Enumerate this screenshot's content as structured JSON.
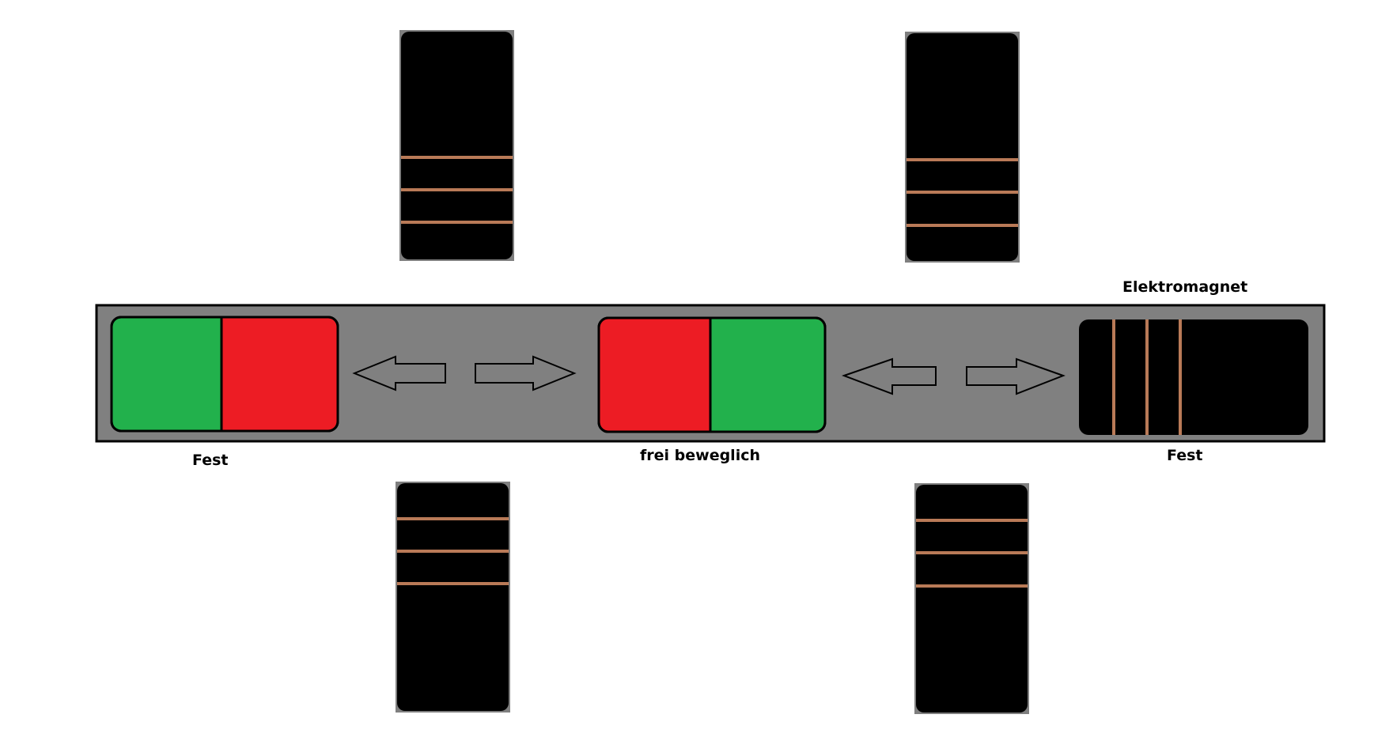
{
  "labels": {
    "left_magnet": "Fest",
    "middle_magnet": "frei beweglich",
    "right_magnet": "Fest",
    "electromagnet": "Elektromagnet"
  },
  "colors": {
    "background": "#ffffff",
    "track": "#808080",
    "track_border": "#000000",
    "magnet_green": "#22b14c",
    "magnet_red": "#ed1c24",
    "coil_body": "#000000",
    "coil_winding": "#b97a57",
    "coil_frame": "#7f7f7f",
    "arrow_fill": "#808080",
    "arrow_stroke": "#000000"
  },
  "icons": {
    "left_arrow": "arrow-left-icon",
    "right_arrow": "arrow-right-icon"
  }
}
